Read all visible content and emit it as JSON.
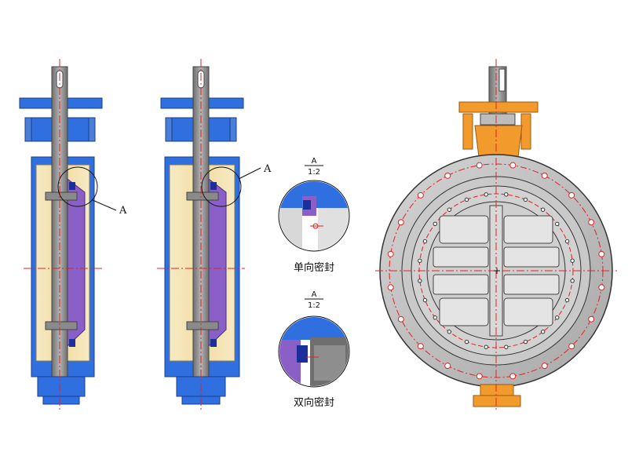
{
  "labels": {
    "section_mark_left": "A",
    "section_mark_middle": "A",
    "detail_top_mark": "A",
    "detail_top_scale": "1:2",
    "detail_top_caption": "单向密封",
    "detail_bottom_mark": "A",
    "detail_bottom_scale": "1:2",
    "detail_bottom_caption": "双向密封"
  },
  "colors": {
    "body_blue": "#2f6fe0",
    "stem_gray": "#8a8a8a",
    "disc_purple": "#8a5fc8",
    "seat_cream": "#f3e4b0",
    "orange": "#f39a2c",
    "face_gray": "#bdbdbd",
    "centerline_red": "#e22222"
  }
}
